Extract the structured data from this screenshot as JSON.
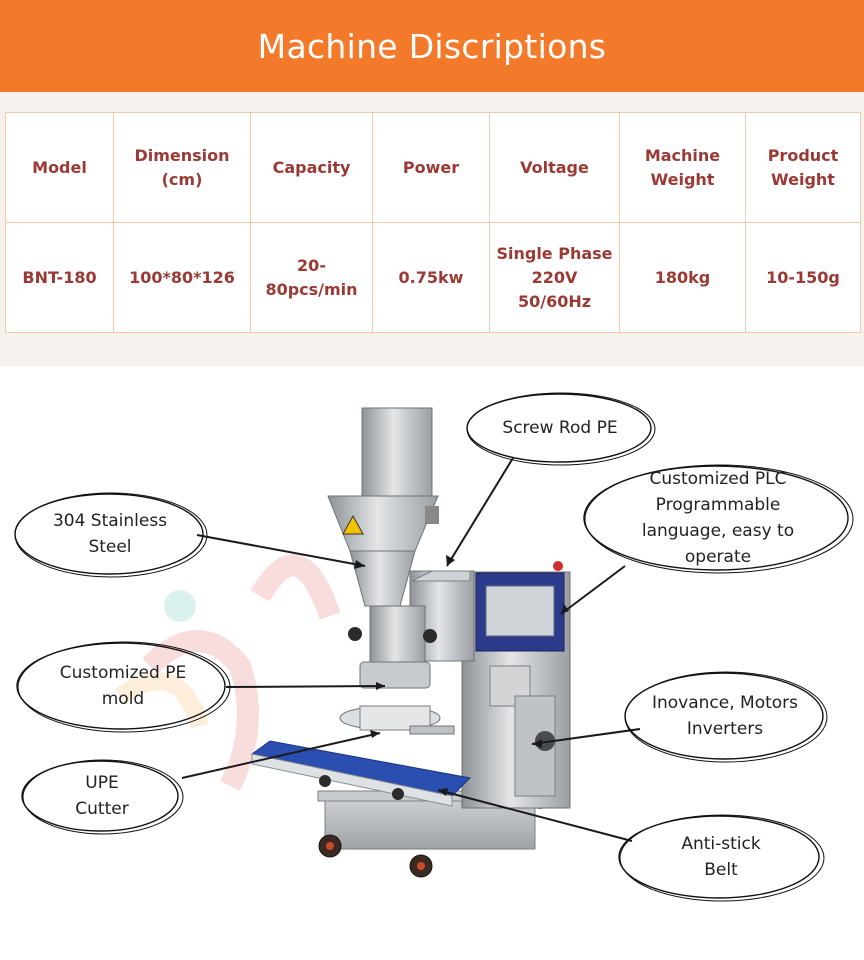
{
  "banner": {
    "title": "Machine Discriptions"
  },
  "table": {
    "headers": [
      "Model",
      "Dimension (cm)",
      "Capacity",
      "Power",
      "Voltage",
      "Machine Weight",
      "Product Weight"
    ],
    "row": [
      "BNT-180",
      "100*80*126",
      "20-80pcs/min",
      "0.75kw",
      "Single Phase 220V 50/60Hz",
      "180kg",
      "10-150g"
    ]
  },
  "callouts": {
    "screw_rod": "Screw Rod PE",
    "plc": "Customized PLC Programmable language, easy to operate",
    "steel": "304 Stainless Steel",
    "mold": "Customized PE mold",
    "motors": "Inovance, Motors Inverters",
    "cutter": "UPE Cutter",
    "belt": "Anti-stick Belt"
  },
  "colors": {
    "banner": "#f47a2b",
    "table_text": "#9b3a35",
    "table_border": "#f3c9a8",
    "panel": "#f6f3ef",
    "screen": "#2c3a8c",
    "belt": "#2a4fb0"
  }
}
